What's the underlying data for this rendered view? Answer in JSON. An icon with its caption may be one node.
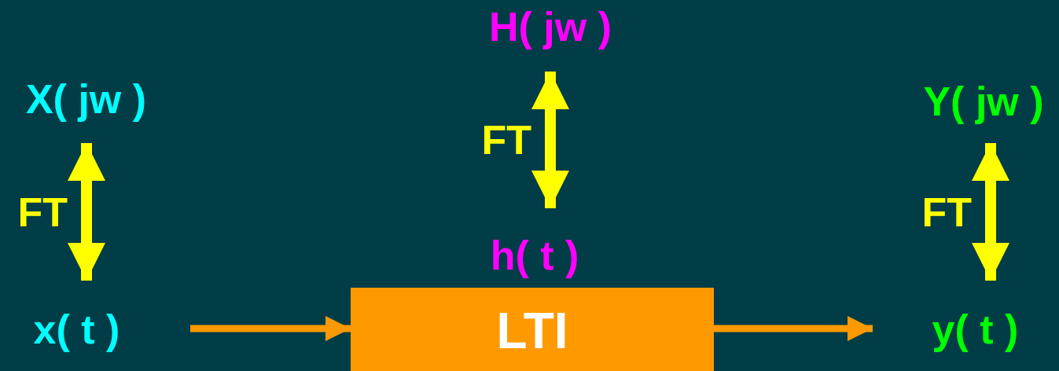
{
  "diagram": {
    "nodes": [
      {
        "text": [
          "X( jw )"
        ]
      },
      {
        "text": [
          "x( t )"
        ]
      },
      {
        "text": [
          "H( jw )"
        ]
      },
      {
        "text": [
          "h( t )"
        ]
      },
      {
        "text": [
          "LTI"
        ]
      },
      {
        "text": [
          "Y( jw )"
        ]
      },
      {
        "text": [
          "y( t )"
        ]
      }
    ],
    "edges": [
      {
        "from": 0,
        "to": 1,
        "arrow": "both",
        "label": "FT"
      },
      {
        "from": 2,
        "to": 3,
        "arrow": "both",
        "label": "FT"
      },
      {
        "from": 5,
        "to": 6,
        "arrow": "both",
        "label": "FT"
      },
      {
        "from": 1,
        "to": 4,
        "arrow": "to",
        "color": "#ff9900"
      },
      {
        "from": 4,
        "to": 6,
        "arrow": "to",
        "color": "#ff9900"
      }
    ]
  }
}
